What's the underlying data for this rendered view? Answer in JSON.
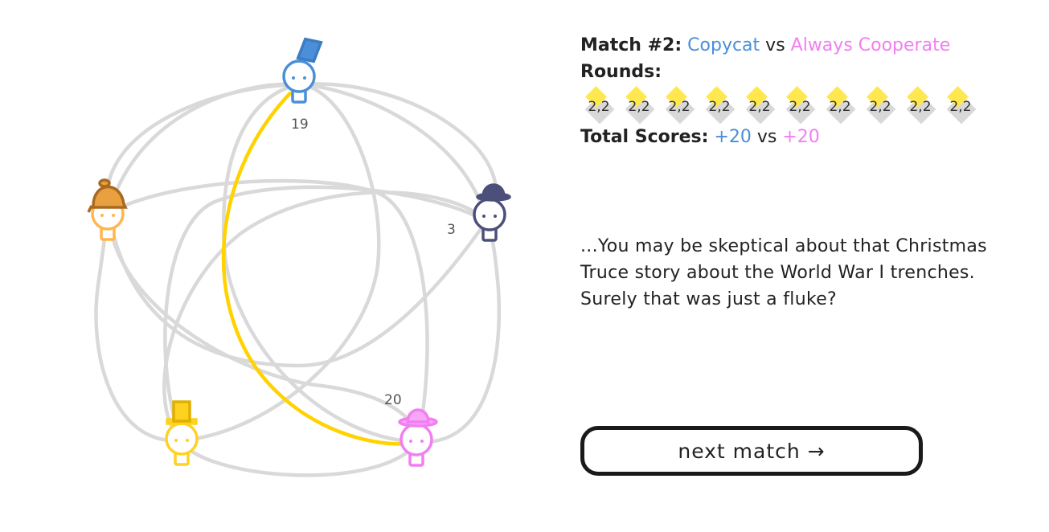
{
  "match": {
    "label": "Match #2:",
    "player_a": "Copycat",
    "vs": "vs",
    "player_b": "Always Cooperate",
    "color_a": "#4a8fd8",
    "color_b": "#f27ef2"
  },
  "rounds": {
    "label": "Rounds:",
    "results": [
      "2,2",
      "2,2",
      "2,2",
      "2,2",
      "2,2",
      "2,2",
      "2,2",
      "2,2",
      "2,2",
      "2,2"
    ]
  },
  "totals": {
    "label": "Total Scores:",
    "score_a": "+20",
    "vs": "vs",
    "score_b": "+20"
  },
  "story": {
    "line1": "...You may be skeptical about that Christmas",
    "line2": "Truce story about the World War I trenches.",
    "line3": "Surely that was just a fluke?"
  },
  "next_button": {
    "label": "next match →"
  },
  "characters": [
    {
      "name": "copycat",
      "hat": "top-hat",
      "color": "#4a8fd8",
      "score": "19"
    },
    {
      "name": "cheater",
      "hat": "bowler-hat",
      "color": "#4b4f7a",
      "score": "3"
    },
    {
      "name": "always-cooperate",
      "hat": "fedora",
      "color": "#f27ef2",
      "score": "20"
    },
    {
      "name": "grudger",
      "hat": "top-hat",
      "color": "#ffd21f",
      "score": ""
    },
    {
      "name": "detective",
      "hat": "deerstalker",
      "color": "#ffb64d",
      "score": ""
    }
  ],
  "colors": {
    "ring": "#d9d9d9",
    "active_match": "#ffd200"
  }
}
